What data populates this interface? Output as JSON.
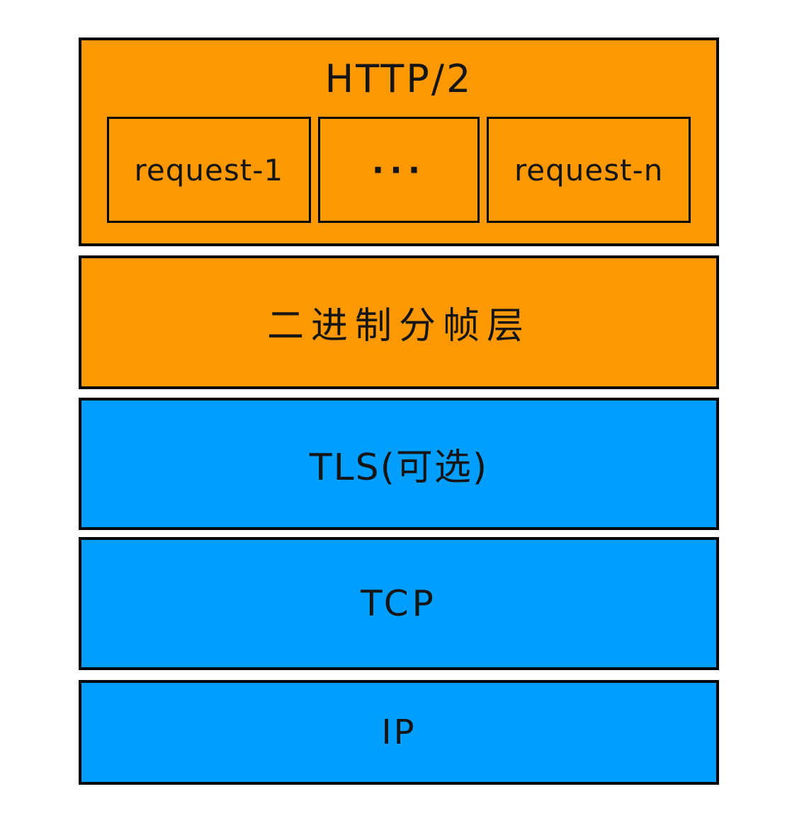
{
  "colors": {
    "background": "#ffffff",
    "orange": "#fb9802",
    "blue": "#009fff",
    "border": "#000000",
    "text": "#151515"
  },
  "stack": {
    "http2": {
      "label": "HTTP/2",
      "requests": [
        {
          "label": "request-1"
        },
        {
          "label": "···"
        },
        {
          "label": "request-n"
        }
      ]
    },
    "binary_framing": {
      "label": "二进制分帧层"
    },
    "tls": {
      "label": "TLS(可选)"
    },
    "tcp": {
      "label": "TCP"
    },
    "ip": {
      "label": "IP"
    }
  }
}
